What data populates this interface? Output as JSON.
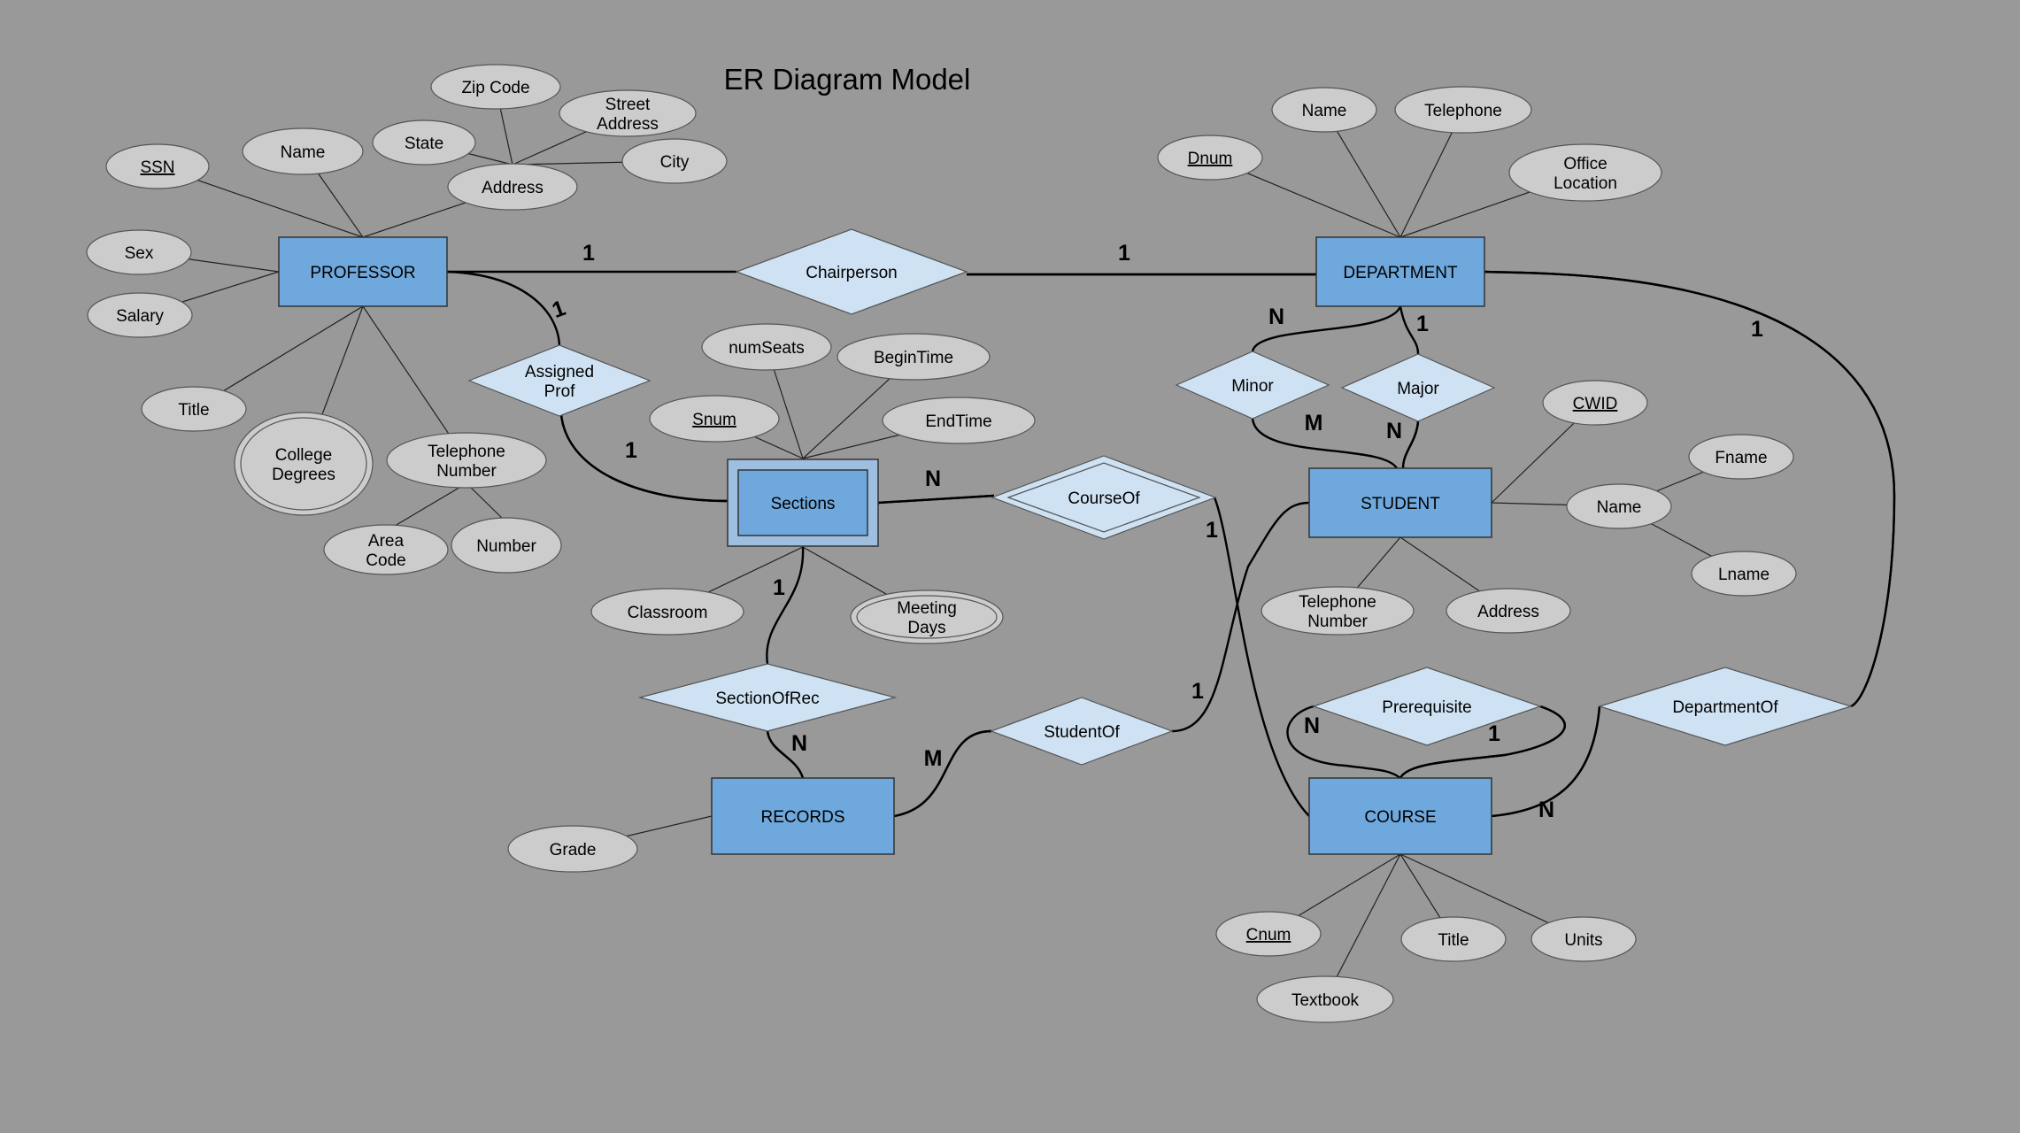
{
  "title": "ER Diagram Model",
  "entities": [
    {
      "id": "professor",
      "label": "PROFESSOR"
    },
    {
      "id": "department",
      "label": "DEPARTMENT"
    },
    {
      "id": "sections",
      "label": "Sections",
      "weak": true
    },
    {
      "id": "student",
      "label": "STUDENT"
    },
    {
      "id": "records",
      "label": "RECORDS"
    },
    {
      "id": "course",
      "label": "COURSE"
    }
  ],
  "relationships": [
    {
      "id": "chairperson",
      "label": "Chairperson"
    },
    {
      "id": "assignedprof",
      "label": "Assigned Prof"
    },
    {
      "id": "courseof",
      "label": "CourseOf",
      "identifying": true
    },
    {
      "id": "minor",
      "label": "Minor"
    },
    {
      "id": "major",
      "label": "Major"
    },
    {
      "id": "sectionofrec",
      "label": "SectionOfRec"
    },
    {
      "id": "studentof",
      "label": "StudentOf"
    },
    {
      "id": "prerequisite",
      "label": "Prerequisite"
    },
    {
      "id": "departmentof",
      "label": "DepartmentOf"
    }
  ],
  "attributes": [
    {
      "id": "prof-ssn",
      "label": "SSN",
      "key": true
    },
    {
      "id": "prof-name",
      "label": "Name"
    },
    {
      "id": "prof-state",
      "label": "State"
    },
    {
      "id": "prof-zip",
      "label": "Zip Code"
    },
    {
      "id": "prof-street",
      "label": "Street Address"
    },
    {
      "id": "prof-city",
      "label": "City"
    },
    {
      "id": "prof-address",
      "label": "Address"
    },
    {
      "id": "prof-sex",
      "label": "Sex"
    },
    {
      "id": "prof-salary",
      "label": "Salary"
    },
    {
      "id": "prof-title",
      "label": "Title"
    },
    {
      "id": "prof-degrees",
      "label": "College Degrees",
      "multivalued": true
    },
    {
      "id": "prof-phone",
      "label": "Telephone Number"
    },
    {
      "id": "prof-area",
      "label": "Area Code"
    },
    {
      "id": "prof-number",
      "label": "Number"
    },
    {
      "id": "dept-dnum",
      "label": "Dnum",
      "key": true
    },
    {
      "id": "dept-name",
      "label": "Name"
    },
    {
      "id": "dept-phone",
      "label": "Telephone"
    },
    {
      "id": "dept-office",
      "label": "Office Location"
    },
    {
      "id": "sec-numseats",
      "label": "numSeats"
    },
    {
      "id": "sec-begin",
      "label": "BeginTime"
    },
    {
      "id": "sec-snum",
      "label": "Snum",
      "key": true
    },
    {
      "id": "sec-end",
      "label": "EndTime"
    },
    {
      "id": "sec-classroom",
      "label": "Classroom"
    },
    {
      "id": "sec-days",
      "label": "Meeting Days",
      "multivalued": true
    },
    {
      "id": "stu-cwid",
      "label": "CWID",
      "key": true
    },
    {
      "id": "stu-fname",
      "label": "Fname"
    },
    {
      "id": "stu-name",
      "label": "Name"
    },
    {
      "id": "stu-lname",
      "label": "Lname"
    },
    {
      "id": "stu-phone",
      "label": "Telephone Number"
    },
    {
      "id": "stu-address",
      "label": "Address"
    },
    {
      "id": "rec-grade",
      "label": "Grade"
    },
    {
      "id": "crs-cnum",
      "label": "Cnum",
      "key": true
    },
    {
      "id": "crs-title",
      "label": "Title"
    },
    {
      "id": "crs-units",
      "label": "Units"
    },
    {
      "id": "crs-textbook",
      "label": "Textbook"
    }
  ],
  "cardinalities": [
    {
      "id": "prof-chair",
      "label": "1"
    },
    {
      "id": "dept-chair",
      "label": "1"
    },
    {
      "id": "prof-assigned",
      "label": "1"
    },
    {
      "id": "sec-assigned",
      "label": "1"
    },
    {
      "id": "sec-courseof",
      "label": "N"
    },
    {
      "id": "crs-courseof",
      "label": "1"
    },
    {
      "id": "dept-minor",
      "label": "N"
    },
    {
      "id": "stu-minor",
      "label": "M"
    },
    {
      "id": "dept-major",
      "label": "1"
    },
    {
      "id": "stu-major",
      "label": "N"
    },
    {
      "id": "dept-deptof",
      "label": "1"
    },
    {
      "id": "crs-deptof",
      "label": "N"
    },
    {
      "id": "sec-secrec",
      "label": "1"
    },
    {
      "id": "rec-secrec",
      "label": "N"
    },
    {
      "id": "rec-studentof",
      "label": "M"
    },
    {
      "id": "stu-studentof",
      "label": "1"
    },
    {
      "id": "prereq-n",
      "label": "N"
    },
    {
      "id": "prereq-1",
      "label": "1"
    }
  ]
}
